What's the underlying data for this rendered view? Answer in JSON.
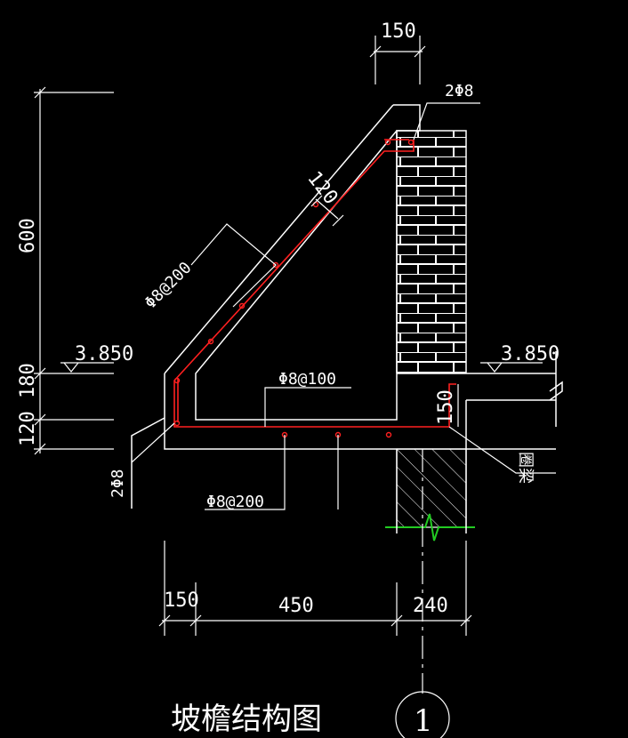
{
  "drawing": {
    "title": "坡檐结构图",
    "detail_number": "1",
    "colors": {
      "background": "#000000",
      "lines": "#ffffff",
      "rebar": "#ff2020",
      "break_line": "#22cc22"
    }
  },
  "dimensions": {
    "top_width": "150",
    "height_600": "600",
    "height_180": "180",
    "height_120": "120",
    "slab_thickness_120": "120",
    "beam_150": "150",
    "bottom_150": "150",
    "bottom_450": "450",
    "bottom_240": "240"
  },
  "elevations": {
    "left": "3.850",
    "right": "3.850"
  },
  "rebar_labels": {
    "top_bars": "2Φ8",
    "slope_bars": "Φ8@200",
    "horizontal_bars": "Φ8@100",
    "bottom_bars": "Φ8@200",
    "left_bars": "2Φ8"
  },
  "annotations": {
    "ring_beam": "圈梁"
  }
}
